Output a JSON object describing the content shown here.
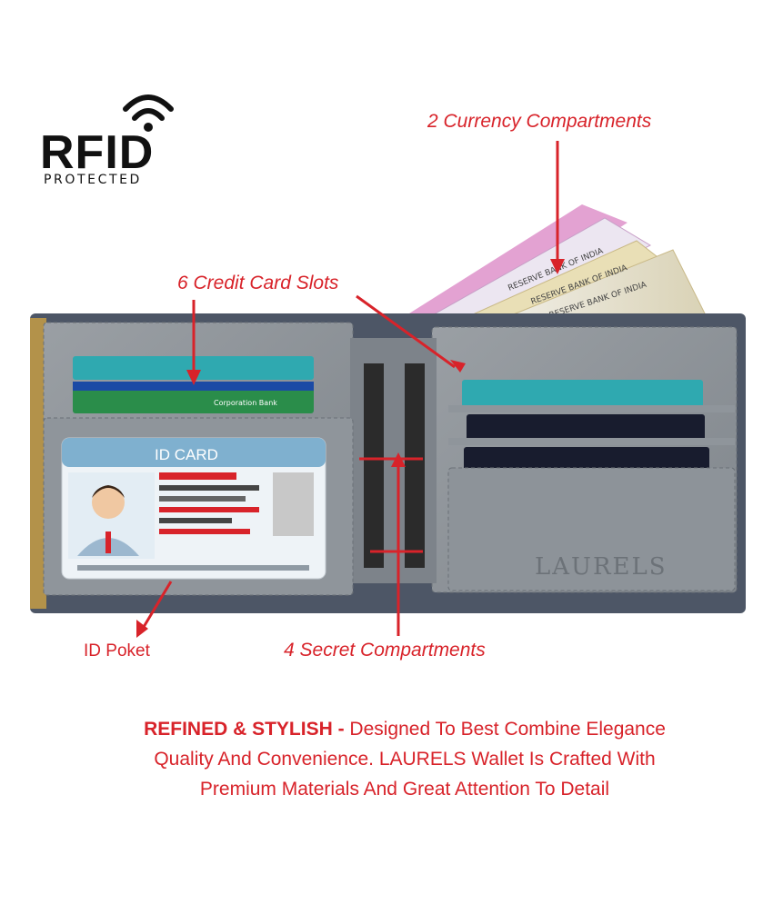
{
  "badge": {
    "rfid": "RFID",
    "protected": "PROTECTED"
  },
  "callouts": {
    "currency": "2 Currency Compartments",
    "card_slots": "6 Credit Card Slots",
    "id_pocket": "ID Poket",
    "secret": "4 Secret Compartments"
  },
  "wallet": {
    "brand": "LAURELS",
    "id_card_label": "ID CARD",
    "note_text": "RESERVE BANK OF INDIA",
    "bank_card_text": "Corporation Bank"
  },
  "description": {
    "lead": "REFINED & STYLISH -",
    "line1": " Designed To Best Combine Elegance",
    "line2": "Quality And Convenience. LAURELS  Wallet Is Crafted With",
    "line3": "Premium Materials And Great Attention To Detail"
  },
  "colors": {
    "accent": "#d8232a",
    "leather": "#8b9196",
    "leather_dark": "#4d5666"
  }
}
